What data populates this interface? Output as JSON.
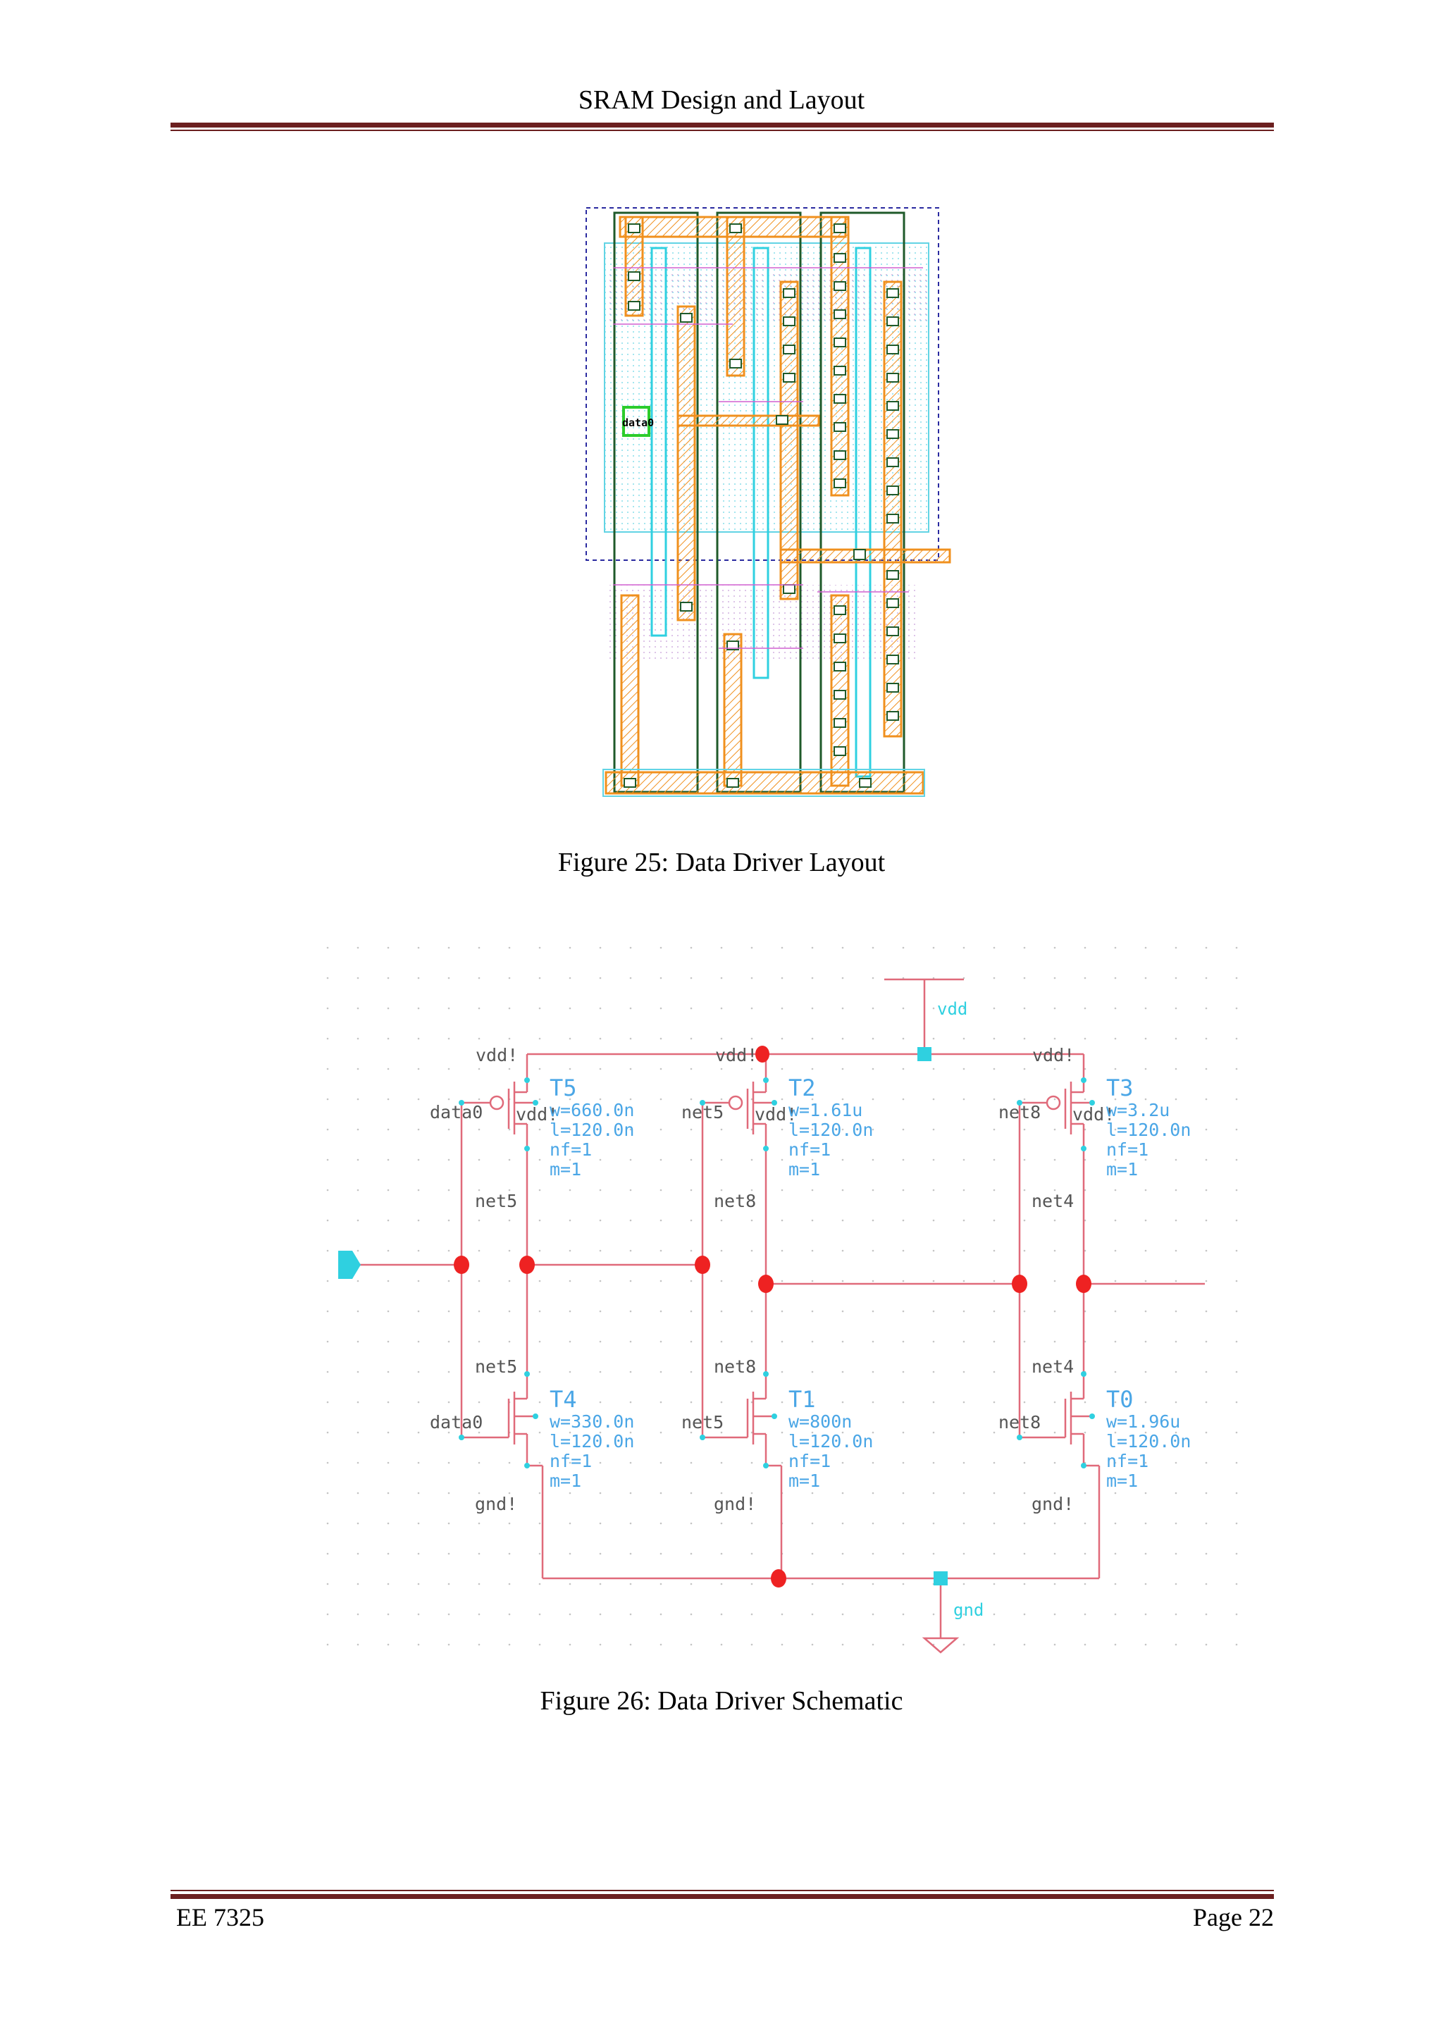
{
  "header": {
    "title": "SRAM Design and Layout"
  },
  "figures": [
    {
      "caption": "Figure 25: Data Driver Layout",
      "layout_label": "data0"
    },
    {
      "caption": "Figure 26: Data Driver Schematic",
      "pins": {
        "vdd": "vdd",
        "gnd": "gnd"
      },
      "net_labels": {
        "vdd_t5": "vdd!",
        "vdd_t2": "vdd!",
        "vdd_t3": "vdd!",
        "body_t5": "vdd!",
        "body_t2": "vdd!",
        "body_t3": "vdd!",
        "gnd_t4": "gnd!",
        "gnd_t1": "gnd!",
        "gnd_t0": "gnd!",
        "gate_t5": "data0",
        "gate_t4": "data0",
        "gate_t2": "net5",
        "gate_t1": "net5",
        "gate_t3": "net8",
        "gate_t0": "net8",
        "out_t5": "net5",
        "out_t4": "net5",
        "out_t2": "net8",
        "out_t1": "net8",
        "out_t3": "net4",
        "out_t0": "net4"
      },
      "transistors": [
        {
          "name": "T5",
          "w": "w=660.0n",
          "l": "l=120.0n",
          "nf": "nf=1",
          "m": "m=1"
        },
        {
          "name": "T2",
          "w": "w=1.61u",
          "l": "l=120.0n",
          "nf": "nf=1",
          "m": "m=1"
        },
        {
          "name": "T3",
          "w": "w=3.2u",
          "l": "l=120.0n",
          "nf": "nf=1",
          "m": "m=1"
        },
        {
          "name": "T4",
          "w": "w=330.0n",
          "l": "l=120.0n",
          "nf": "nf=1",
          "m": "m=1"
        },
        {
          "name": "T1",
          "w": "w=800n",
          "l": "l=120.0n",
          "nf": "nf=1",
          "m": "m=1"
        },
        {
          "name": "T0",
          "w": "w=1.96u",
          "l": "l=120.0n",
          "nf": "nf=1",
          "m": "m=1"
        }
      ]
    }
  ],
  "footer": {
    "left": "EE 7325",
    "right": "Page 22"
  },
  "colors": {
    "rule": "#6b1f1f",
    "wire": "#e06a7a",
    "cyan": "#2fd0e0",
    "node": "#ee2222",
    "metal": "#f0901e",
    "poly": "#1f5a2a"
  }
}
